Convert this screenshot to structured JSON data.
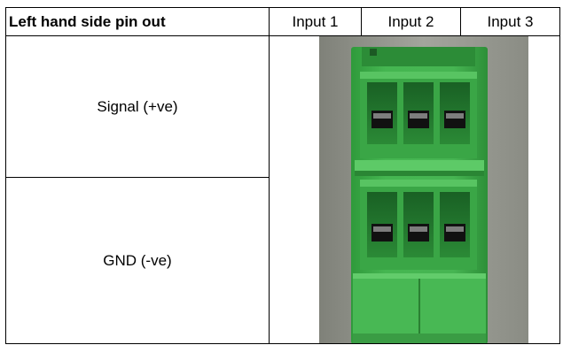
{
  "table": {
    "headers": {
      "pinout_label": "Left hand side pin out",
      "input_1": "Input 1",
      "input_2": "Input 2",
      "input_3": "Input 3"
    },
    "rows": [
      {
        "label": "Signal (+ve)"
      },
      {
        "label": "GND (-ve)"
      }
    ]
  },
  "photo": {
    "subject": "green terminal block connector",
    "terminal_rows": 2,
    "terminals_per_row": 3,
    "colors": {
      "body": "#3fb04a",
      "body_dark": "#2a8a35",
      "body_light": "#5cc865",
      "slot": "#1e6a28",
      "screw": "#222222",
      "background": "#8f9189"
    }
  }
}
